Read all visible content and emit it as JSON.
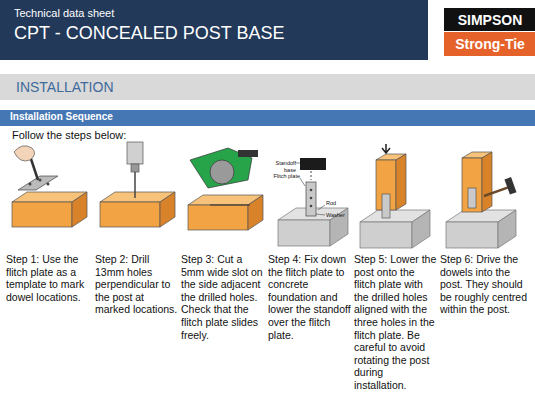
{
  "diagram": {
    "title": "CPT - CONCEALED POST BASE",
    "nodes": [
      {
        "text": [
          "Technical data sheet"
        ]
      },
      {
        "text": [
          "SIMPSON"
        ]
      },
      {
        "text": [
          "Strong-Tie"
        ]
      },
      {
        "text": [
          "INSTALLATION"
        ]
      },
      {
        "text": [
          "Installation Sequence"
        ]
      }
    ],
    "labels": [
      "Follow the steps below:",
      "Step 1: Use the flitch plate as a template to mark dowel locations.",
      "Step 2: Drill 13mm holes perpendicular to the post at marked locations.",
      "Step 3: Cut a 5mm wide slot on the side adjacent the drilled holes. Check that the flitch plate slides freely.",
      "Step 4: Fix down the flitch plate to concrete foundation and lower the standoff over the flitch plate.",
      "Step 5: Lower the post onto the flitch plate with the drilled holes aligned with the three holes in the flitch plate. Be careful to avoid rotating the post during installation.",
      "Step 6: Drive the dowels into the post. They should be roughly centred within the post.",
      "Standoff base",
      "Flitch plate",
      "Rod",
      "Washer"
    ]
  }
}
